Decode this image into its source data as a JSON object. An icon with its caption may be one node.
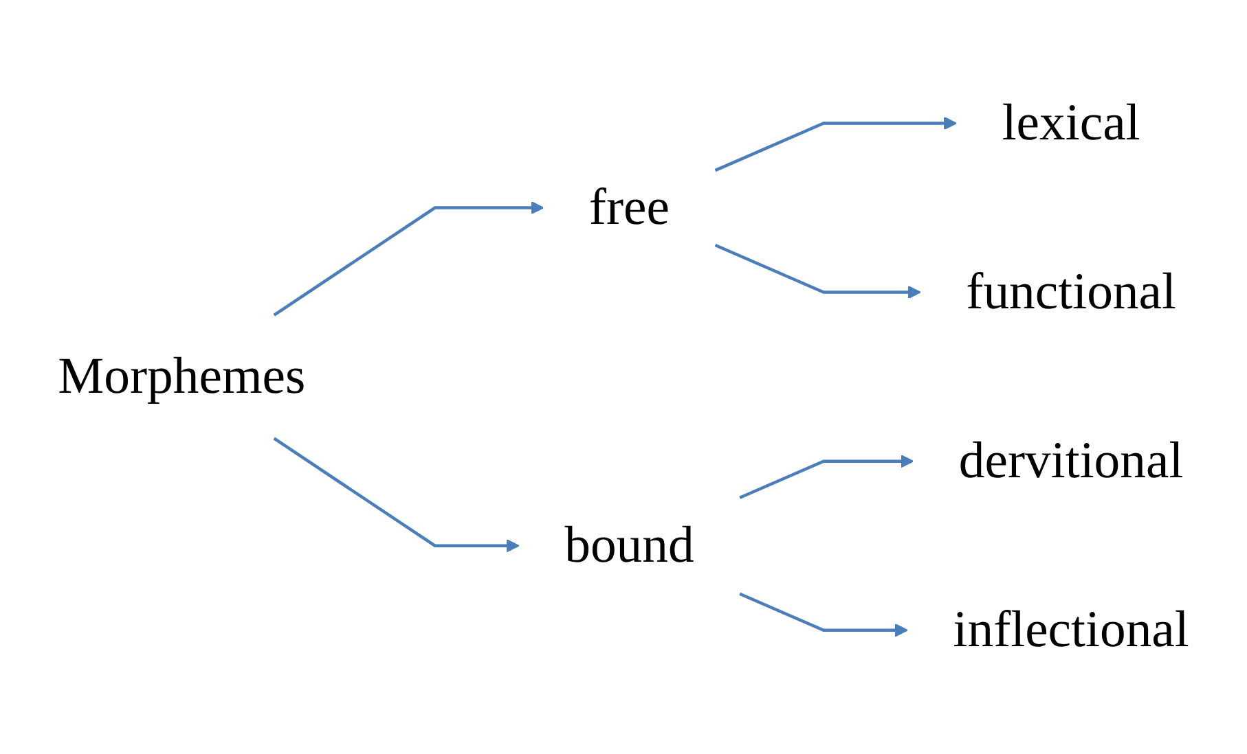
{
  "diagram": {
    "nodes": [
      {
        "text": [
          "Morphemes"
        ]
      },
      {
        "text": [
          "free"
        ]
      },
      {
        "text": [
          "bound"
        ]
      },
      {
        "text": [
          "lexical"
        ]
      },
      {
        "text": [
          "functional"
        ]
      },
      {
        "text": [
          "dervitional"
        ]
      },
      {
        "text": [
          "inflectional"
        ]
      }
    ],
    "edges": [
      {
        "from": 0,
        "to": 1,
        "arrow": "to"
      },
      {
        "from": 0,
        "to": 2,
        "arrow": "to"
      },
      {
        "from": 1,
        "to": 3,
        "arrow": "to"
      },
      {
        "from": 1,
        "to": 4,
        "arrow": "to"
      },
      {
        "from": 2,
        "to": 5,
        "arrow": "to"
      },
      {
        "from": 2,
        "to": 6,
        "arrow": "to"
      }
    ]
  }
}
